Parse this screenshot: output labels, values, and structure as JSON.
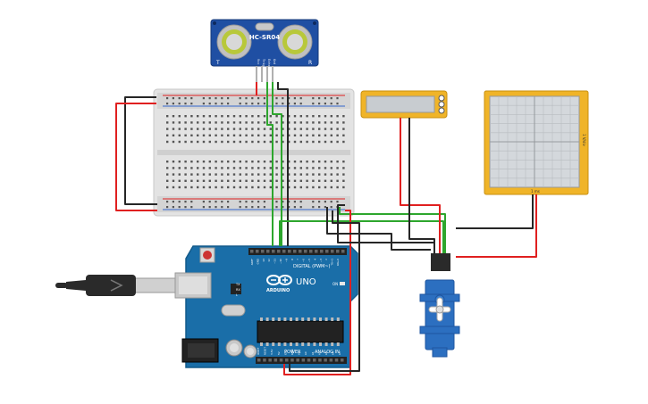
{
  "sensor": {
    "model": "HC-SR04",
    "pin_labels": [
      "Vcc",
      "Trig",
      "Echo",
      "Gnd"
    ],
    "left_mark": "T",
    "right_mark": "R"
  },
  "arduino": {
    "logo_text": "ARDUINO",
    "model": "UNO",
    "digital_label": "DIGITAL (PWM~)",
    "power_label": "POWER",
    "analog_label": "ANALOG IN",
    "led_labels": [
      "TX",
      "RX",
      "L"
    ],
    "on_label": "ON",
    "header_top_labels": [
      "AREF",
      "GND",
      "13",
      "12",
      "~11",
      "~10",
      "~9",
      "8",
      "7",
      "~6",
      "~5",
      "4",
      "~3",
      "2",
      "TX→1",
      "RX←0"
    ],
    "header_bottom_labels": [
      "IOREF",
      "RESET",
      "3.3V",
      "5V",
      "GND",
      "GND",
      "Vin",
      "A0",
      "A1",
      "A2",
      "A3",
      "A4",
      "A5"
    ]
  },
  "oscilloscope": {
    "side_label": "1 V/div",
    "bottom_label": "1 ms"
  },
  "colors": {
    "wire_red": "#e02020",
    "wire_black": "#262626",
    "wire_green": "#2da62d",
    "arduino_board": "#1a6ea8",
    "sensor_board": "#1f4fa3",
    "instrument_yellow": "#f0b428",
    "servo_blue": "#2c6fc0"
  }
}
